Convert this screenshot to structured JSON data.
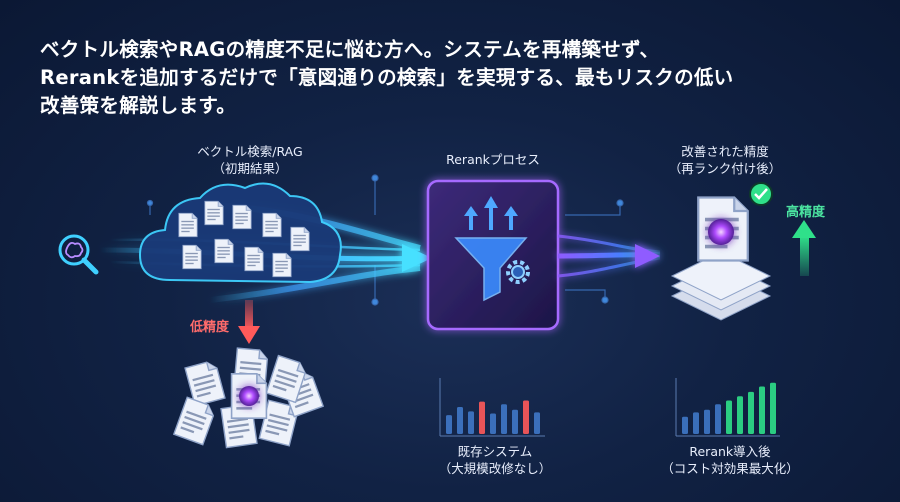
{
  "headline": {
    "line1": "ベクトル検索やRAGの精度不足に悩む方へ。システムを再構築せず、",
    "line2": "Rerankを追加するだけで「意図通りの検索」を実現する、最もリスクの低い",
    "line3": "改善策を解説します。"
  },
  "stage_initial": {
    "title": "ベクトル検索/RAG",
    "subtitle": "（初期結果）"
  },
  "stage_rerank": {
    "title": "Rerankプロセス"
  },
  "stage_improved": {
    "title": "改善された精度",
    "subtitle": "（再ランク付け後）"
  },
  "tag_low": "低精度",
  "tag_high": "高精度",
  "bars_before": {
    "title": "既存システム",
    "subtitle": "（大規模改修なし）",
    "values": [
      0.35,
      0.5,
      0.42,
      0.6,
      0.38,
      0.55,
      0.45,
      0.62,
      0.4
    ],
    "accent_color": "#ff5a5a"
  },
  "bars_after": {
    "title": "Rerank導入後",
    "subtitle": "（コスト対効果最大化）",
    "values": [
      0.32,
      0.4,
      0.45,
      0.55,
      0.62,
      0.7,
      0.78,
      0.88,
      0.95
    ],
    "accent_color": "#2fe08a"
  },
  "colors": {
    "cyan": "#3fd0ff",
    "purple": "#9b5cff",
    "red": "#ff5a5a",
    "green": "#2fe08a"
  }
}
